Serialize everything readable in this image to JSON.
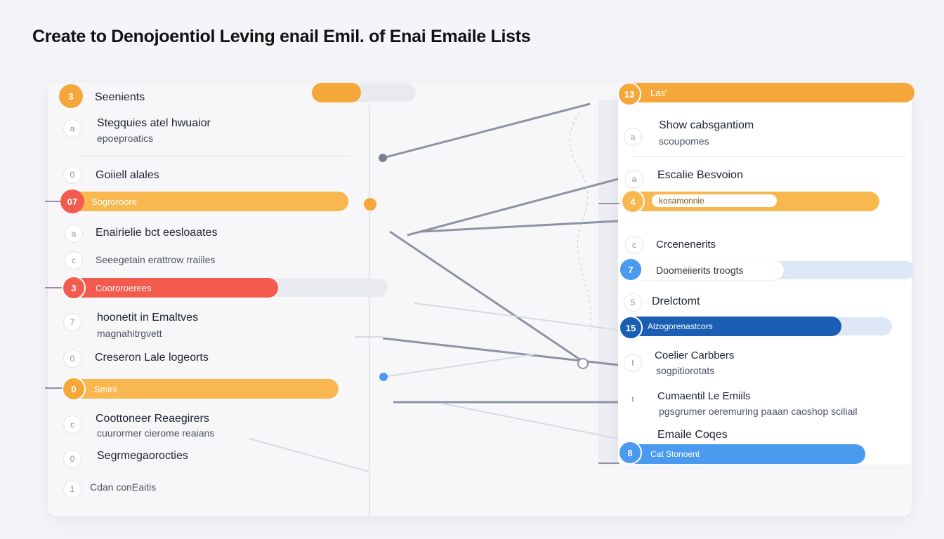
{
  "title": "Create to Denojoentiol Leving enail Emil.   of Enai Emaile Lists",
  "colors": {
    "orange": "#f6a73a",
    "orange_light": "#f9b84f",
    "red": "#f35b4f",
    "blue": "#1a5fb4",
    "blue_light": "#4a9af0",
    "gray_line": "#8d93a3"
  },
  "left": {
    "header_icon": "3",
    "header_label": "Seenients",
    "items": [
      {
        "icon": "a",
        "label": "Stegquies atel hwuaior",
        "sub": "epoeproatics"
      },
      {
        "icon": "0",
        "label": "Goiiell alales"
      },
      {
        "icon": "07",
        "bar": "Sogroroore"
      },
      {
        "icon": "a",
        "label": "Enairielie bct eesloaates"
      },
      {
        "icon": "c",
        "label": "Seeegetain  erattrow rraiiles"
      },
      {
        "icon": "3",
        "bar": "Coororoerees"
      },
      {
        "icon": "7",
        "label": "hoonetit in Emaltves",
        "sub": "magnahitrgvett"
      },
      {
        "icon": "0",
        "label": "Creseron Lale logeorts"
      },
      {
        "icon": "0",
        "bar": "Smini"
      },
      {
        "icon": "c",
        "label": "Coottoneer Reaegirers",
        "sub": "cuurormer cierome reaians"
      },
      {
        "icon": "0",
        "label": "Segrmegaorocties"
      },
      {
        "icon": "1",
        "label": "Cdan conEaitis"
      }
    ]
  },
  "right": {
    "header_icon": "13",
    "header_label": "Las'",
    "items": [
      {
        "icon": "a",
        "label": "Show cabsgantiom",
        "sub": "scoupomes"
      },
      {
        "icon": "a",
        "label": "Escalie Besvoion"
      },
      {
        "icon": "4",
        "bar": "kosamonnie"
      },
      {
        "icon": "c",
        "label": "Crcenenerits"
      },
      {
        "icon": "7",
        "bar": "Doomeiierits troogts"
      },
      {
        "icon": "5",
        "label": "Drelctomt"
      },
      {
        "icon": "15",
        "bar": "Alzogorenastcors"
      },
      {
        "icon": "t",
        "label": "Coelier Carbbers",
        "sub": "sogpitiorotats"
      },
      {
        "icon": "t",
        "label": "Cumaentil Le Emiils",
        "sub": "pgsgrumer oeremuring paaan caoshop sciliail"
      },
      {
        "icon": "",
        "label": "Emaile Coqes"
      },
      {
        "icon": "8",
        "bar": "Cat Stonoent"
      }
    ]
  }
}
